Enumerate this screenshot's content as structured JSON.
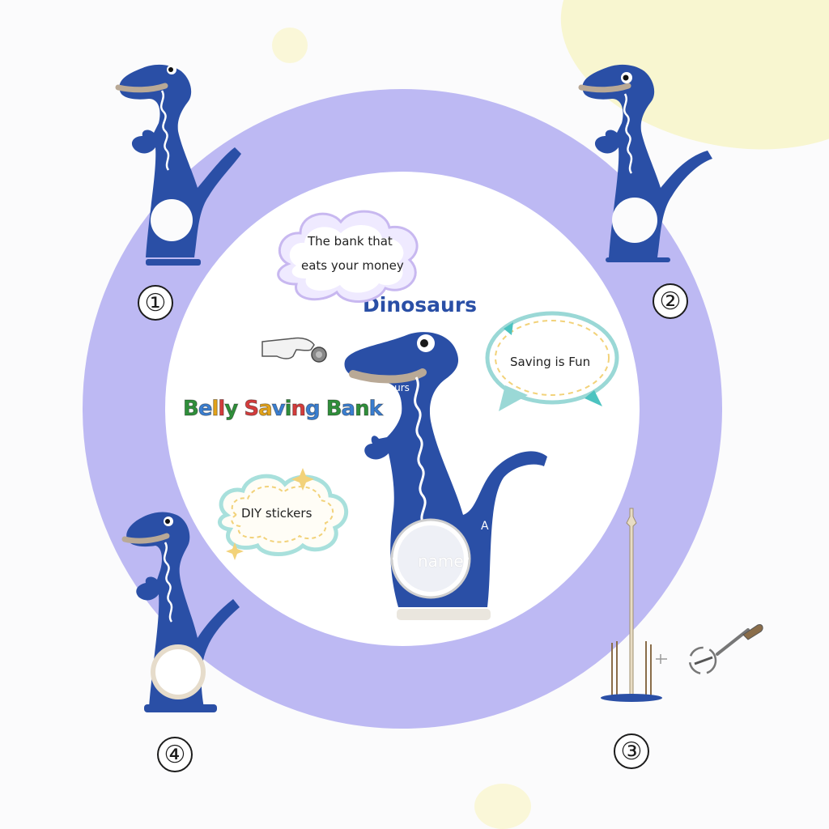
{
  "colors": {
    "dino_blue": "#2a4fa6",
    "ring": "#b9b6f2",
    "background": "#fbfbfc",
    "accent_yellow": "#f7f3c8"
  },
  "title": "Dinosaurs",
  "logo": {
    "text": "Belly Saving Bank",
    "letters": [
      {
        "ch": "B",
        "color": "#2f8f3a"
      },
      {
        "ch": "e",
        "color": "#3a7ed0"
      },
      {
        "ch": "l",
        "color": "#e2a21a"
      },
      {
        "ch": "l",
        "color": "#d43c3c"
      },
      {
        "ch": "y",
        "color": "#2f8f3a"
      },
      {
        "ch": " ",
        "color": "#000000"
      },
      {
        "ch": "S",
        "color": "#d43c3c"
      },
      {
        "ch": "a",
        "color": "#e2a21a"
      },
      {
        "ch": "v",
        "color": "#3a7ed0"
      },
      {
        "ch": "i",
        "color": "#2f8f3a"
      },
      {
        "ch": "n",
        "color": "#d43c3c"
      },
      {
        "ch": "g",
        "color": "#3a7ed0"
      },
      {
        "ch": " ",
        "color": "#000000"
      },
      {
        "ch": "B",
        "color": "#2f8f3a"
      },
      {
        "ch": "a",
        "color": "#3a7ed0"
      },
      {
        "ch": "n",
        "color": "#2f8f3a"
      },
      {
        "ch": "k",
        "color": "#3a7ed0"
      }
    ]
  },
  "bubbles": {
    "bank_line1": "The bank that",
    "bank_line2": "eats your money",
    "saving": "Saving is Fun",
    "diy": "DIY stickers"
  },
  "main_dino": {
    "head_label": "Dinosaurs",
    "letter": "A",
    "name_text": "name"
  },
  "steps": [
    "①",
    "②",
    "③",
    "④"
  ],
  "icons": [
    "hand-with-coin-icon",
    "screwdriver-icon",
    "assembly-rods-icon"
  ]
}
